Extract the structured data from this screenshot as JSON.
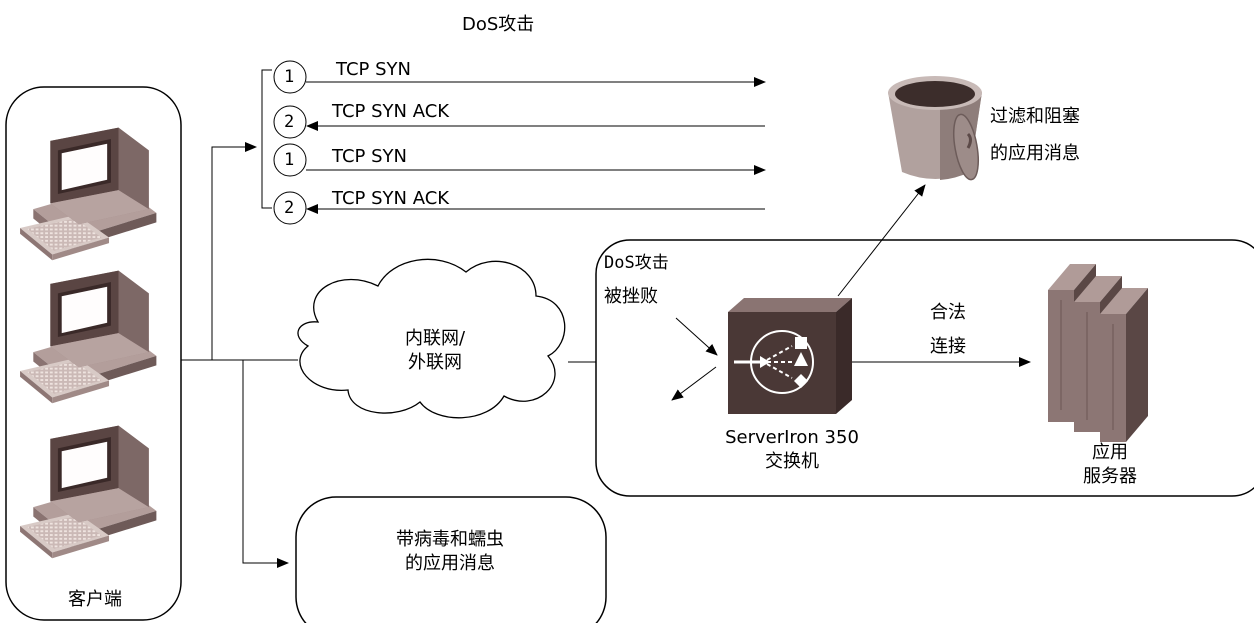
{
  "diagram": {
    "title": "DoS攻击",
    "clients_label": "客户端",
    "network_line1": "内联网/",
    "network_line2": "外联网",
    "handshake": [
      {
        "step": "1",
        "label": "TCP SYN",
        "direction": "right"
      },
      {
        "step": "2",
        "label": "TCP SYN ACK",
        "direction": "left"
      },
      {
        "step": "1",
        "label": "TCP SYN",
        "direction": "right"
      },
      {
        "step": "2",
        "label": "TCP SYN ACK",
        "direction": "left"
      }
    ],
    "filtered_line1": "过滤和阻塞",
    "filtered_line2": "的应用消息",
    "defeated_line1": "DoS攻击",
    "defeated_line2": "被挫败",
    "legit_line1": "合法",
    "legit_line2": "连接",
    "switch_line1": "ServerIron 350",
    "switch_line2": "交换机",
    "server_line1": "应用",
    "server_line2": "服务器",
    "virus_line1": "带病毒和蠕虫",
    "virus_line2": "的应用消息"
  }
}
